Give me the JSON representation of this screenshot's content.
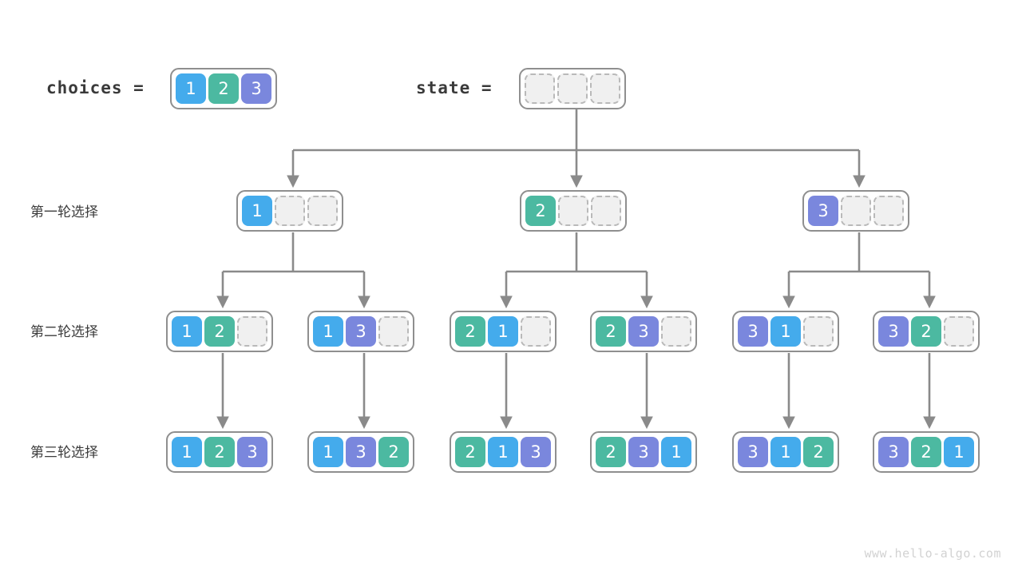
{
  "title": "Permutation backtracking decision tree",
  "colors": {
    "value_1": "#44abec",
    "value_2": "#4cb9a1",
    "value_3": "#7a87dd",
    "empty_cell": "#f0f0f0",
    "empty_border": "#b9b9b9",
    "node_border": "#8f8f8f",
    "edge": "#8a8a8a",
    "text": "#3d3d3d",
    "watermark": "#d2d2d2"
  },
  "header": {
    "choices_label": "choices =",
    "choices_cells": [
      "1",
      "2",
      "3"
    ],
    "state_label": "state =",
    "state_cells": [
      "",
      "",
      ""
    ]
  },
  "row_labels": [
    "第一轮选择",
    "第二轮选择",
    "第三轮选择"
  ],
  "rows": [
    {
      "label": "第一轮选择",
      "nodes": [
        {
          "cells": [
            "1",
            "",
            ""
          ]
        },
        {
          "cells": [
            "2",
            "",
            ""
          ]
        },
        {
          "cells": [
            "3",
            "",
            ""
          ]
        }
      ]
    },
    {
      "label": "第二轮选择",
      "nodes": [
        {
          "cells": [
            "1",
            "2",
            ""
          ]
        },
        {
          "cells": [
            "1",
            "3",
            ""
          ]
        },
        {
          "cells": [
            "2",
            "1",
            ""
          ]
        },
        {
          "cells": [
            "2",
            "3",
            ""
          ]
        },
        {
          "cells": [
            "3",
            "1",
            ""
          ]
        },
        {
          "cells": [
            "3",
            "2",
            ""
          ]
        }
      ]
    },
    {
      "label": "第三轮选择",
      "nodes": [
        {
          "cells": [
            "1",
            "2",
            "3"
          ]
        },
        {
          "cells": [
            "1",
            "3",
            "2"
          ]
        },
        {
          "cells": [
            "2",
            "1",
            "3"
          ]
        },
        {
          "cells": [
            "2",
            "3",
            "1"
          ]
        },
        {
          "cells": [
            "3",
            "1",
            "2"
          ]
        },
        {
          "cells": [
            "3",
            "2",
            "1"
          ]
        }
      ]
    }
  ],
  "watermark": "www.hello-algo.com"
}
